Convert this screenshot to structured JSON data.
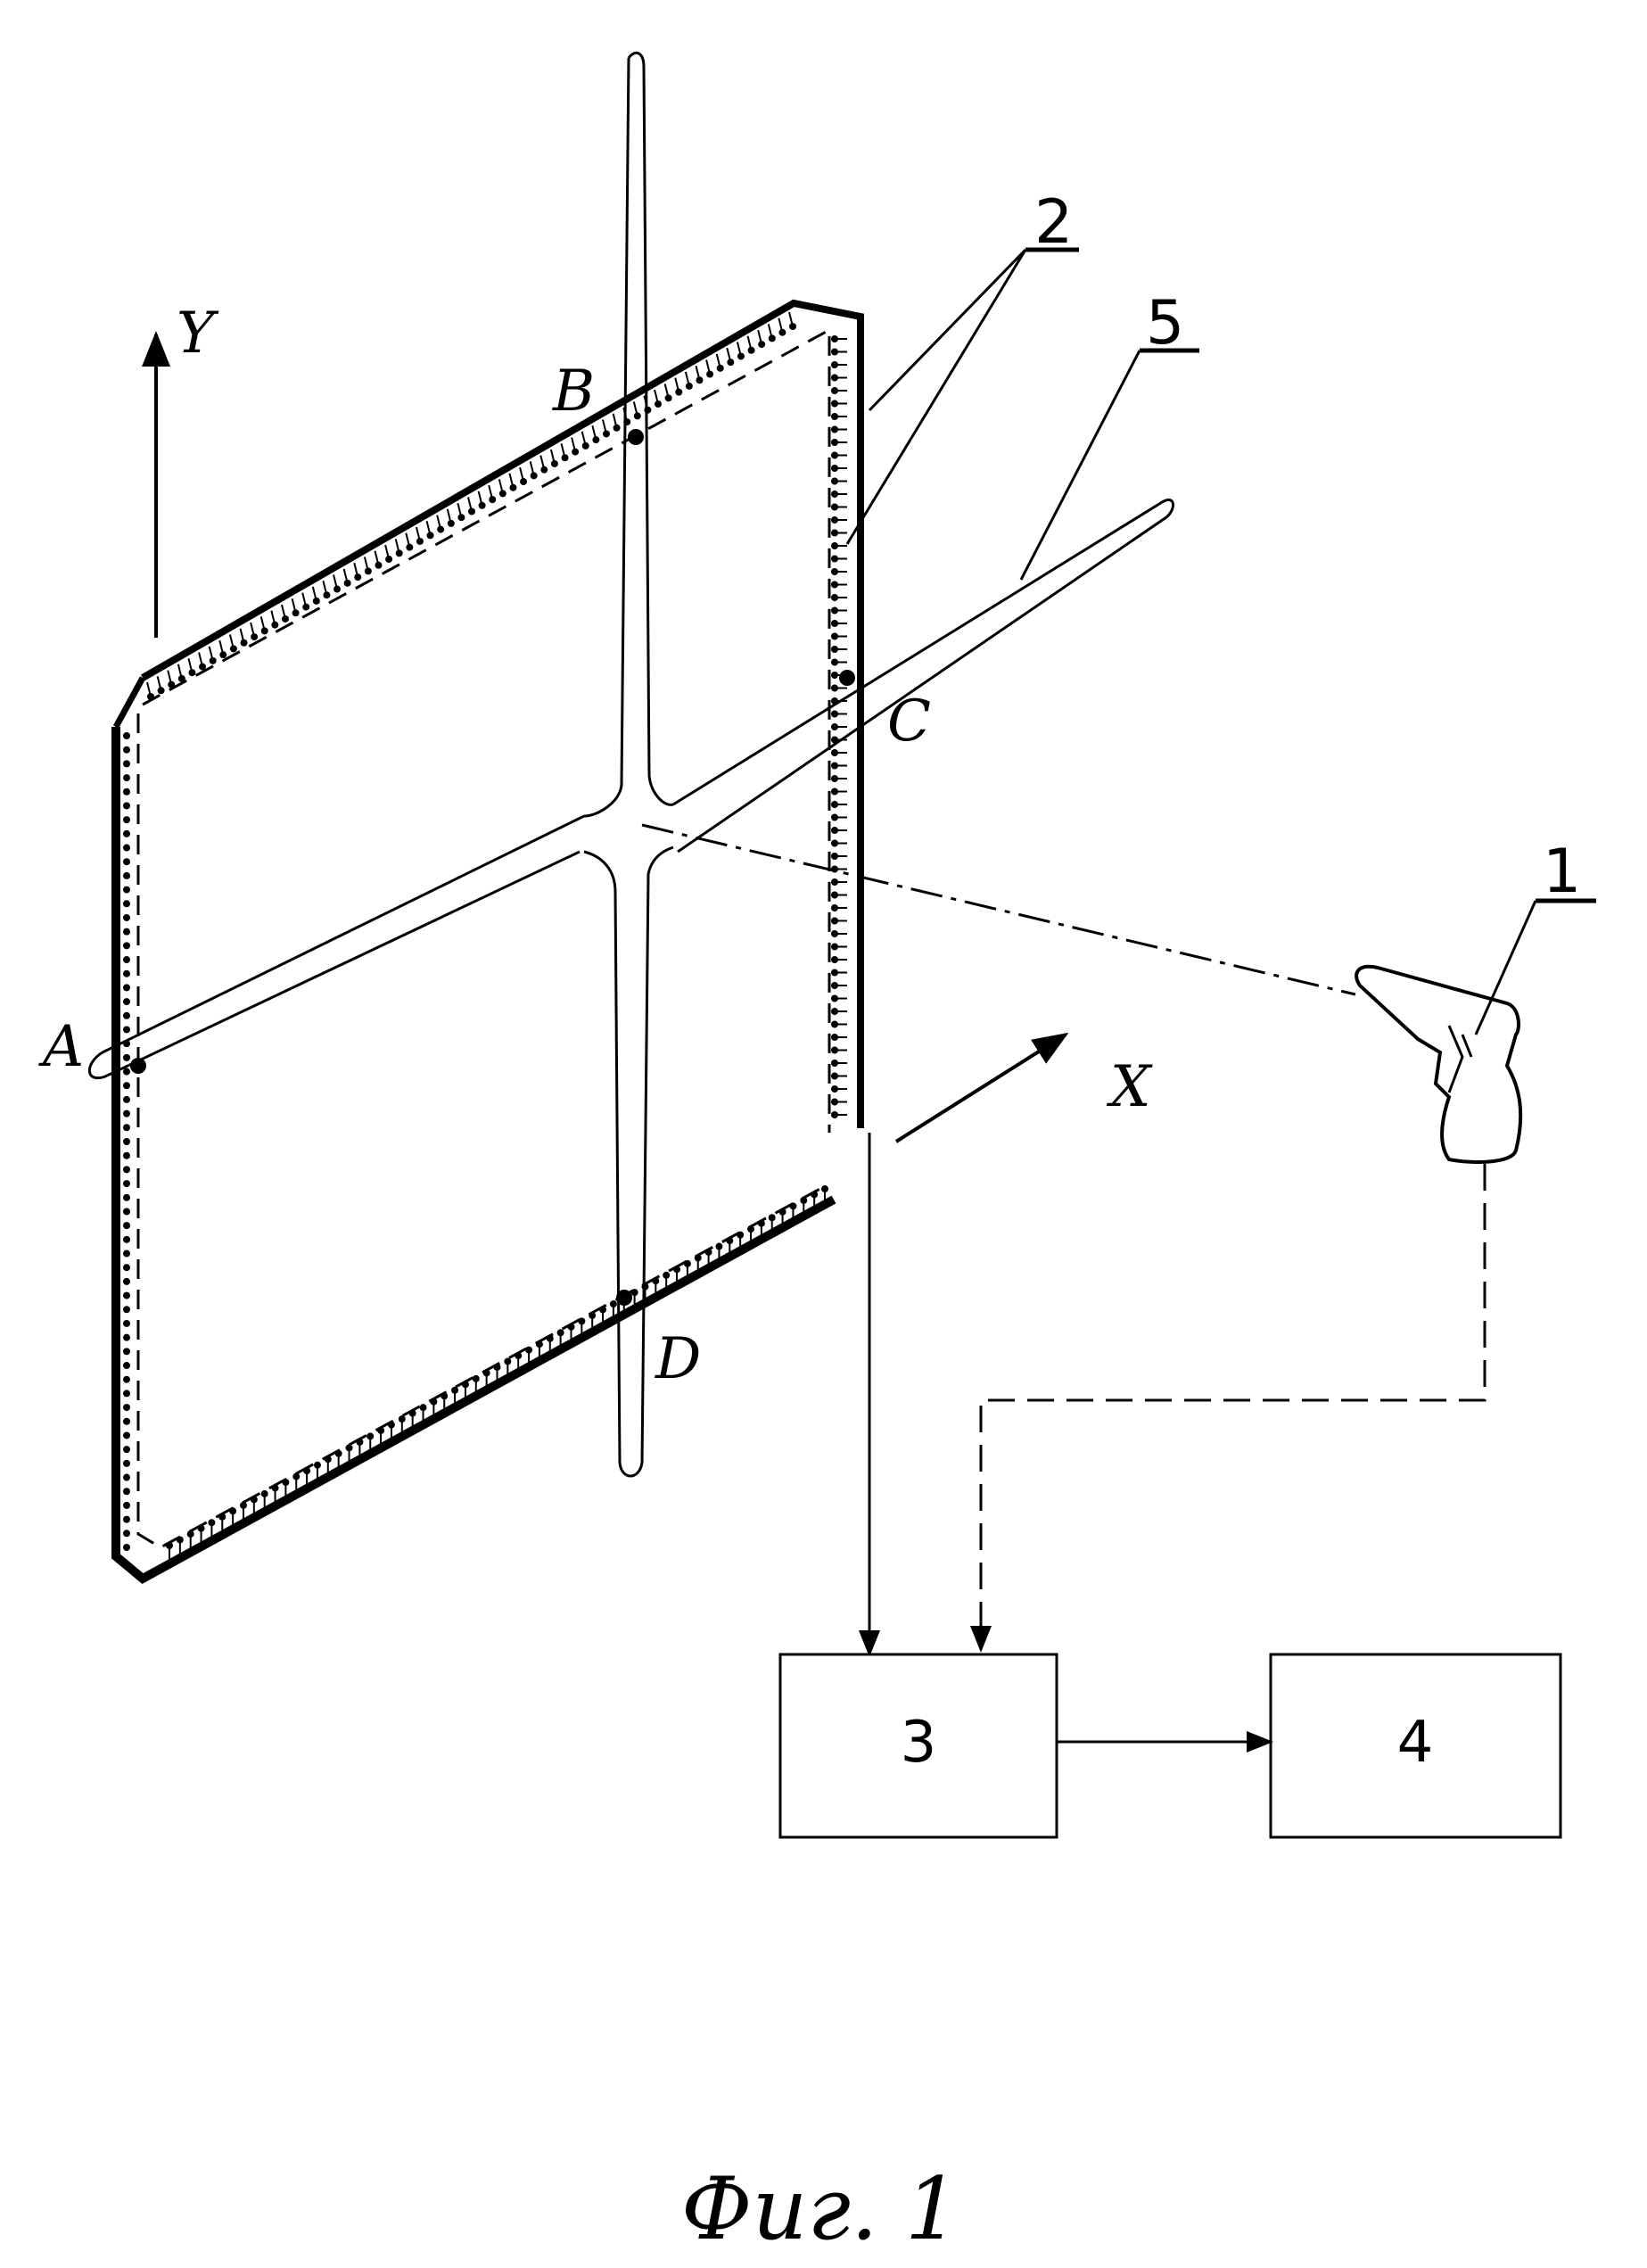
{
  "figure": {
    "caption": "Фиг. 1",
    "axis_x": "X",
    "axis_y": "Y",
    "points": {
      "a": "A",
      "b": "B",
      "c": "C",
      "d": "D"
    },
    "callouts": {
      "gun": "1",
      "frame": "2",
      "cross": "5"
    },
    "blocks": {
      "left": "3",
      "right": "4"
    }
  }
}
